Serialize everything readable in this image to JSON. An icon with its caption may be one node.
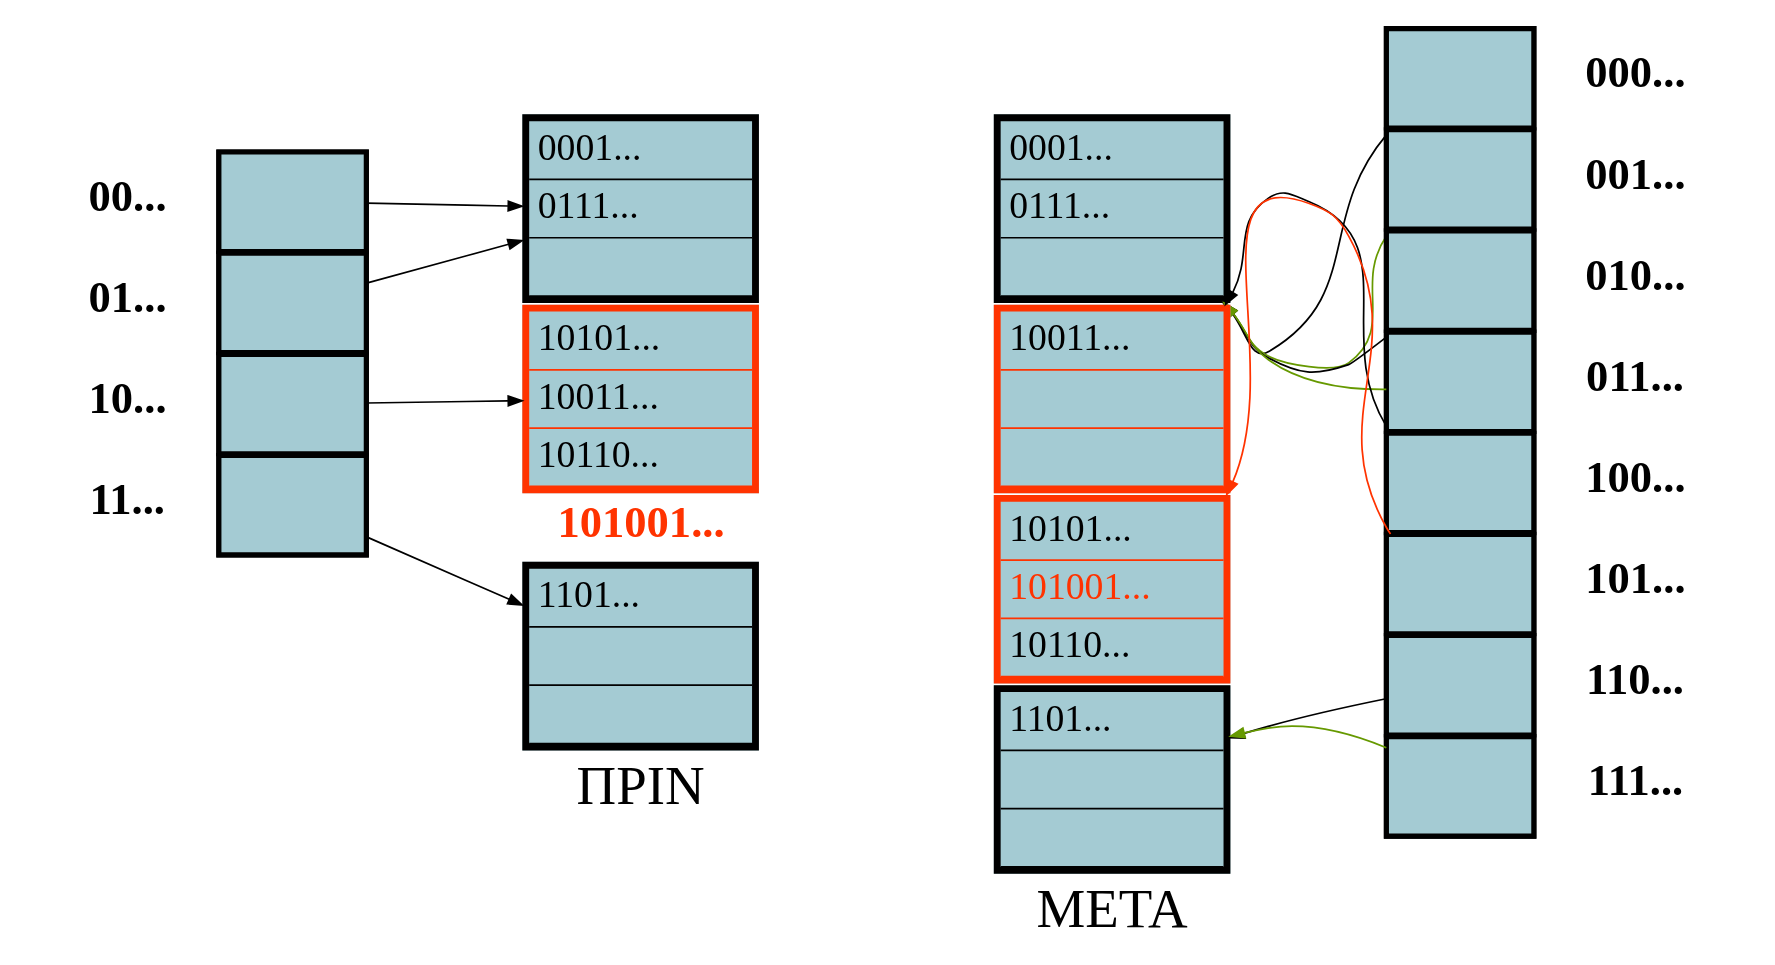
{
  "diagram": {
    "nodes": [
      {
        "text": [],
        "shape": "box"
      },
      {
        "text": [],
        "shape": "box",
        "in": 0,
        "beside": [
          "00..."
        ]
      },
      {
        "text": [],
        "shape": "box",
        "in": 0,
        "beside": [
          "01..."
        ]
      },
      {
        "text": [],
        "shape": "box",
        "in": 0,
        "beside": [
          "10..."
        ]
      },
      {
        "text": [],
        "shape": "box",
        "in": 0,
        "beside": [
          "11..."
        ]
      },
      {
        "text": [
          "0001...",
          "0111..."
        ]
      },
      {
        "text": [
          "10101...",
          "10011...",
          "10110..."
        ],
        "beside": [
          "101001..."
        ]
      },
      {
        "text": [
          "1101..."
        ]
      },
      {
        "text": [
          "0001...",
          "0111..."
        ]
      },
      {
        "text": [
          "10011..."
        ]
      },
      {
        "text": [
          "10101...",
          "101001...",
          "10110..."
        ]
      },
      {
        "text": [
          "1101..."
        ]
      },
      {
        "text": [],
        "shape": "box"
      },
      {
        "text": [],
        "shape": "box",
        "in": 12,
        "beside": [
          "000..."
        ]
      },
      {
        "text": [],
        "shape": "box",
        "in": 12,
        "beside": [
          "001..."
        ]
      },
      {
        "text": [],
        "shape": "box",
        "in": 12,
        "beside": [
          "010..."
        ]
      },
      {
        "text": [],
        "shape": "box",
        "in": 12,
        "beside": [
          "011..."
        ]
      },
      {
        "text": [],
        "shape": "box",
        "in": 12,
        "beside": [
          "100..."
        ]
      },
      {
        "text": [],
        "shape": "box",
        "in": 12,
        "beside": [
          "101..."
        ]
      },
      {
        "text": [],
        "shape": "box",
        "in": 12,
        "beside": [
          "110..."
        ]
      },
      {
        "text": [],
        "shape": "box",
        "in": 12,
        "beside": [
          "111..."
        ]
      }
    ],
    "edges": [
      {
        "from": 1,
        "to": 5,
        "arrow": "to"
      },
      {
        "from": 2,
        "to": 5,
        "arrow": "to"
      },
      {
        "from": 3,
        "to": 6,
        "arrow": "to"
      },
      {
        "from": 4,
        "to": 7,
        "arrow": "to"
      },
      {
        "from": 13,
        "to": 8,
        "arrow": "to"
      },
      {
        "from": 14,
        "to": 8,
        "arrow": "to",
        "color": "#669900"
      },
      {
        "from": 15,
        "to": 8,
        "arrow": "to"
      },
      {
        "from": 16,
        "to": 8,
        "arrow": "to",
        "color": "#669900"
      },
      {
        "from": 17,
        "to": 9,
        "arrow": "to"
      },
      {
        "from": 18,
        "to": 10,
        "arrow": "to",
        "color": "#ff3300"
      },
      {
        "from": 19,
        "to": 11,
        "arrow": "to"
      },
      {
        "from": 20,
        "to": 11,
        "arrow": "to",
        "color": "#669900"
      }
    ],
    "labels": [
      "ΠΡΙΝ",
      "ΜΕΤΑ"
    ]
  }
}
